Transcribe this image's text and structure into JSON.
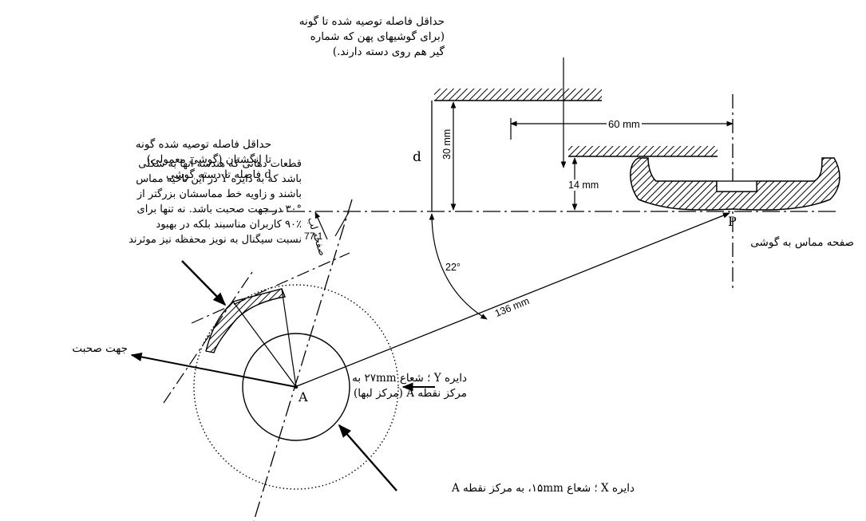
{
  "labels": {
    "top_note": [
      "حداقل فاصله توصیه شده تا گونه",
      "(برای گوشیهای پهن که شماره",
      "گیر هم روی دسته دارند.)"
    ],
    "mid_note": [
      "حداقل فاصله توصیه شده گونه",
      "تا انگشتان (گوشی معمولی)",
      "d فاصله تا دسته گوشی"
    ],
    "left_note": [
      "قطعات دهانی که هندسه آنها به شکلی",
      "باشد که به دایره Y در این ناحیه مماس",
      "باشند و زاویه خط مماسشان بزرگتر از",
      "۳۰° در جهت صحبت باشد. نه تنها برای",
      "۹۰٪ کاربران مناسبند بلکه در بهبود",
      "نسبت سیگنال به نویز محفظه نیز موثرند"
    ],
    "speech_direction": "جهت صحبت",
    "ear_plane": "صفحه مماس به گوشی",
    "lip_plane": "صفحه لب",
    "circle_y": [
      "دایره Y ؛ شعاع ۲۷mm به",
      "مرکز نقطه A (مرکز لبها)"
    ],
    "circle_x": "دایره X ؛ شعاع ۱۵mm، به مرکز نقطه A",
    "dim_60": "60 mm",
    "dim_30": "30 mm",
    "dim_14": "14 mm",
    "dim_136": "136 mm",
    "angle_22": "22°",
    "angle_77": "77.1",
    "d": "d",
    "p": "P",
    "a": "A"
  }
}
